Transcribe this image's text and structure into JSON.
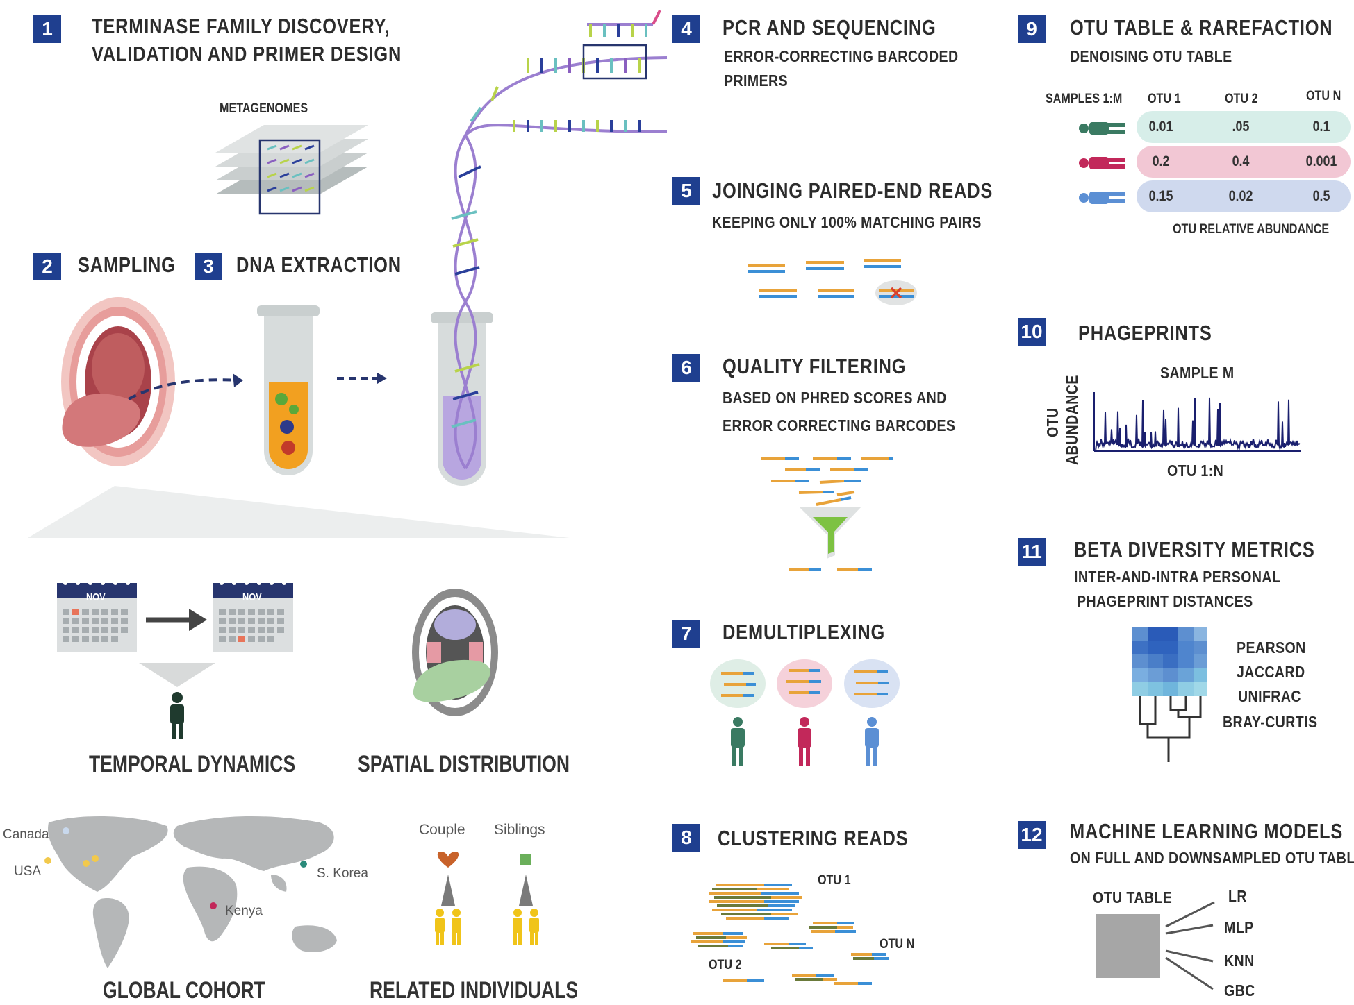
{
  "steps": {
    "s1": {
      "num": "1",
      "title_line1": "TERMINASE FAMILY DISCOVERY,",
      "title_line2": "VALIDATION AND PRIMER DESIGN",
      "metagenomes": "METAGENOMES"
    },
    "s2": {
      "num": "2",
      "title": "SAMPLING"
    },
    "s3": {
      "num": "3",
      "title": "DNA EXTRACTION"
    },
    "s4": {
      "num": "4",
      "title": "PCR AND SEQUENCING",
      "sub_line1": "ERROR-CORRECTING BARCODED",
      "sub_line2": "PRIMERS"
    },
    "s5": {
      "num": "5",
      "title": "JOINGING PAIRED-END READS",
      "sub": "KEEPING ONLY 100% MATCHING PAIRS"
    },
    "s6": {
      "num": "6",
      "title": "QUALITY FILTERING",
      "sub_line1": "BASED ON PHRED SCORES AND",
      "sub_line2": "ERROR CORRECTING BARCODES"
    },
    "s7": {
      "num": "7",
      "title": "DEMULTIPLEXING"
    },
    "s8": {
      "num": "8",
      "title": "CLUSTERING READS",
      "otu1": "OTU 1",
      "otu2": "OTU 2",
      "otun": "OTU N"
    },
    "s9": {
      "num": "9",
      "title": "OTU TABLE & RAREFACTION",
      "sub": "DENOISING OTU TABLE",
      "headers": [
        "SAMPLES 1:M",
        "OTU 1",
        "OTU 2",
        "OTU N"
      ],
      "rows": [
        [
          "0.01",
          ".05",
          "0.1"
        ],
        [
          "0.2",
          "0.4",
          "0.001"
        ],
        [
          "0.15",
          "0.02",
          "0.5"
        ]
      ],
      "footer": "OTU RELATIVE ABUNDANCE"
    },
    "s10": {
      "num": "10",
      "title": "PHAGEPRINTS",
      "sample": "SAMPLE M",
      "ylabel_line1": "OTU",
      "ylabel_line2": "ABUNDANCE",
      "xlabel": "OTU 1:N"
    },
    "s11": {
      "num": "11",
      "title": "BETA DIVERSITY METRICS",
      "sub_line1": "INTER-AND-INTRA PERSONAL",
      "sub_line2": "PHAGEPRINT DISTANCES",
      "metrics": [
        "PEARSON",
        "JACCARD",
        "UNIFRAC",
        "BRAY-CURTIS"
      ]
    },
    "s12": {
      "num": "12",
      "title": "MACHINE LEARNING MODELS",
      "sub": "ON FULL AND DOWNSAMPLED OTU TABLES",
      "table_label": "OTU TABLE",
      "models": [
        "LR",
        "MLP",
        "KNN",
        "GBC"
      ]
    }
  },
  "calendar": {
    "month": "NOV"
  },
  "labels": {
    "temporal": "TEMPORAL DYNAMICS",
    "spatial": "SPATIAL DISTRIBUTION",
    "global": "GLOBAL COHORT",
    "related": "RELATED INDIVIDUALS",
    "couple": "Couple",
    "siblings": "Siblings"
  },
  "map": {
    "locations": [
      "Canada",
      "USA",
      "S. Korea",
      "Kenya"
    ]
  },
  "colors": {
    "accent": "#1f3f8f",
    "teal_person": "#3a7a62",
    "pink_person": "#c2285a",
    "blue_person": "#5b8fd4",
    "orange_read": "#e8a33a",
    "blue_read": "#3b8fd6",
    "green_funnel": "#7dc242",
    "purple_dna": "#9b7fd0"
  }
}
